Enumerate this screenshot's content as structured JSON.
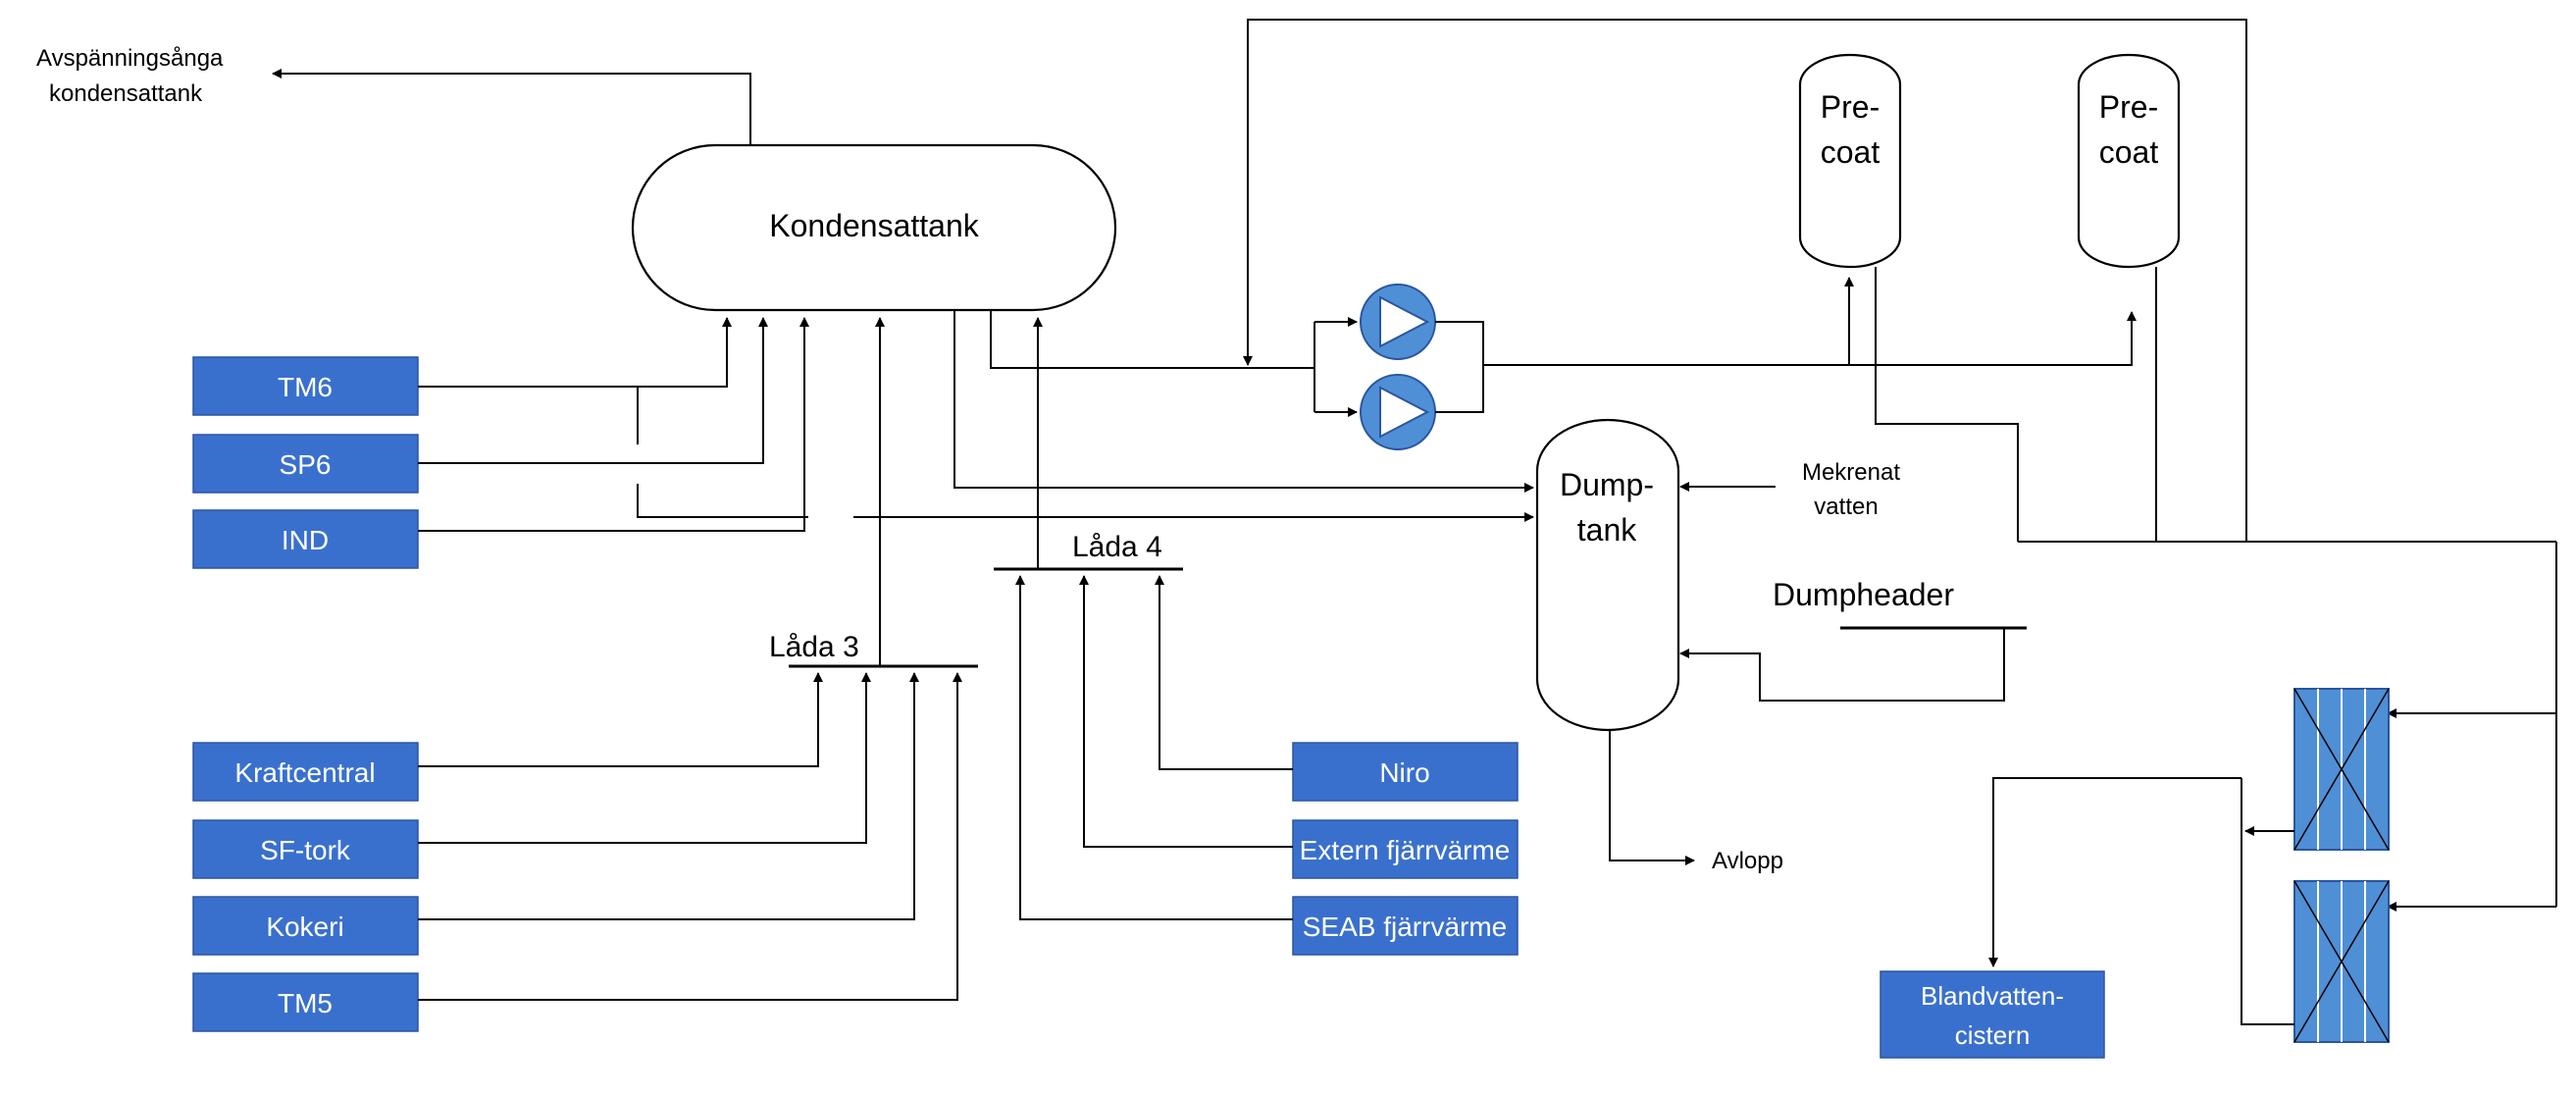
{
  "labels": {
    "exhaust_line1": "Avspänningsånga",
    "exhaust_line2": "kondensattank",
    "kondensattank": "Kondensattank",
    "precoat1_line1": "Pre-",
    "precoat1_line2": "coat",
    "precoat2_line1": "Pre-",
    "precoat2_line2": "coat",
    "dumptank_line1": "Dump-",
    "dumptank_line2": "tank",
    "mekrenat_line1": "Mekrenat",
    "mekrenat_line2": "vatten",
    "dumpheader": "Dumpheader",
    "avlopp": "Avlopp",
    "lada3": "Låda 3",
    "lada4": "Låda 4"
  },
  "sources": {
    "tm6": "TM6",
    "sp6": "SP6",
    "ind": "IND",
    "kraftcentral": "Kraftcentral",
    "sf_tork": "SF-tork",
    "kokeri": "Kokeri",
    "tm5": "TM5",
    "niro": "Niro",
    "extern": "Extern fjärrvärme",
    "seab": "SEAB fjärrvärme"
  },
  "blandvatten": {
    "line1": "Blandvatten-",
    "line2": "cistern"
  },
  "colors": {
    "source_box": "#3a70cd",
    "pump": "#4f8fd6",
    "filter": "#4f8fd6",
    "line": "#000000"
  }
}
